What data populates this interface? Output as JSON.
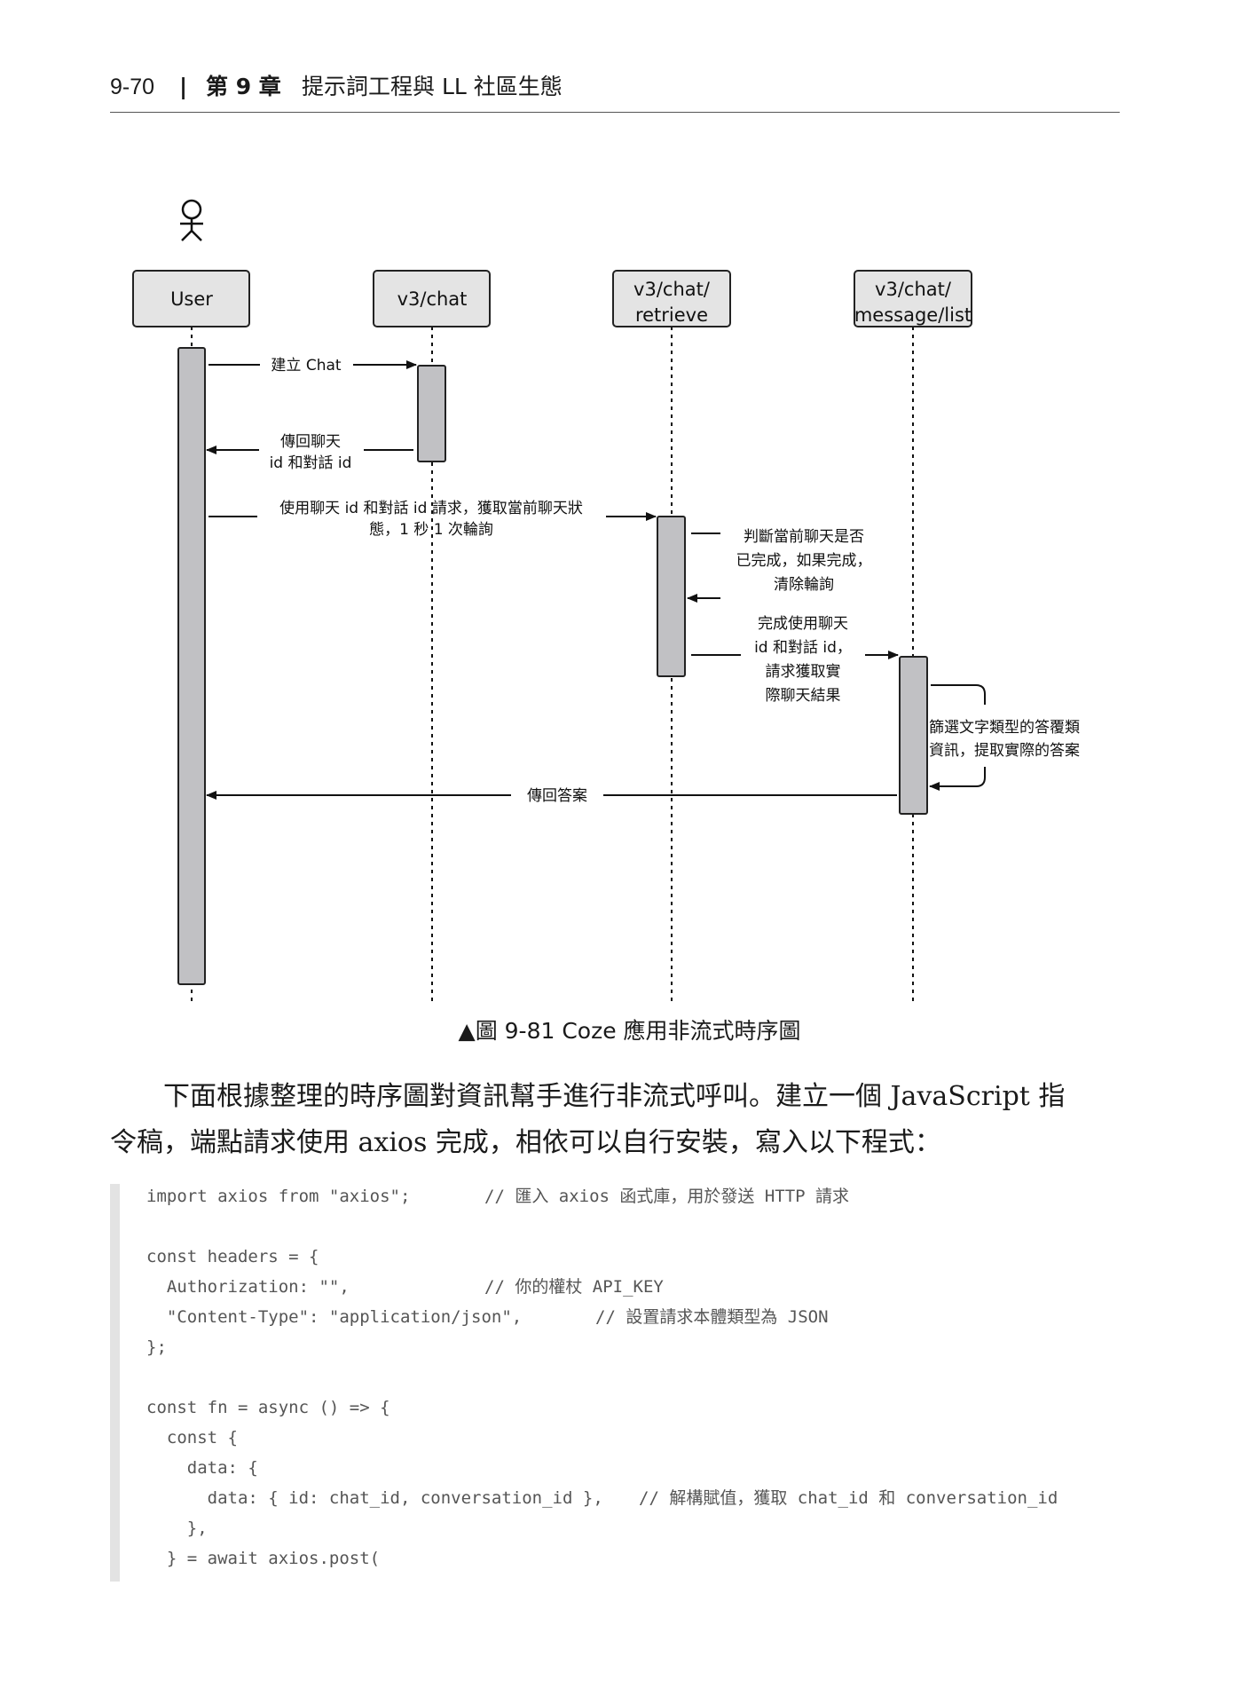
{
  "header": {
    "page_number": "9-70",
    "separator": "|",
    "chapter": "第 9 章",
    "title": "提示詞工程與 LL 社區生態"
  },
  "diagram": {
    "participants": [
      {
        "line1": "User",
        "line2": ""
      },
      {
        "line1": "v3/chat",
        "line2": ""
      },
      {
        "line1": "v3/chat/",
        "line2": "retrieve"
      },
      {
        "line1": "v3/chat/",
        "line2": "message/list"
      }
    ],
    "messages": [
      {
        "lines": [
          "建立 Chat"
        ]
      },
      {
        "lines": [
          "傳回聊天",
          "id 和對話 id"
        ]
      },
      {
        "lines": [
          "使用聊天 id 和對話 id 請求，獲取當前聊天狀",
          "態，1 秒 1 次輪詢"
        ]
      },
      {
        "lines": [
          "判斷當前聊天是否",
          "已完成，如果完成，",
          "清除輪詢"
        ]
      },
      {
        "lines": [
          "完成使用聊天",
          "id 和對話 id，",
          "請求獲取實",
          "際聊天結果"
        ]
      },
      {
        "lines": [
          "篩選文字類型的答覆類",
          "資訊，提取實際的答案"
        ]
      },
      {
        "lines": [
          "傳回答案"
        ]
      }
    ]
  },
  "caption": "▲圖 9-81  Coze 應用非流式時序圖",
  "paragraph": {
    "line1": "下面根據整理的時序圖對資訊幫手進行非流式呼叫。建立一個 JavaScript 指",
    "line2": "令稿，端點請求使用 axios 完成，相依可以自行安裝，寫入以下程式："
  },
  "code": {
    "lines": [
      "import axios from \"axios\";",
      "",
      "const headers = {",
      "  Authorization: \"\",",
      "  \"Content-Type\": \"application/json\",",
      "};",
      "",
      "const fn = async () => {",
      "  const {",
      "    data: {",
      "      data: { id: chat_id, conversation_id },",
      "    },",
      "  } = await axios.post("
    ],
    "comments": [
      {
        "line": 0,
        "text": "// 匯入 axios 函式庫，用於發送 HTTP 請求"
      },
      {
        "line": 3,
        "text": "// 你的權杖 API_KEY"
      },
      {
        "line": 4,
        "text": "// 設置請求本體類型為 JSON"
      },
      {
        "line": 10,
        "text": "// 解構賦值，獲取 chat_id 和 conversation_id"
      }
    ]
  }
}
